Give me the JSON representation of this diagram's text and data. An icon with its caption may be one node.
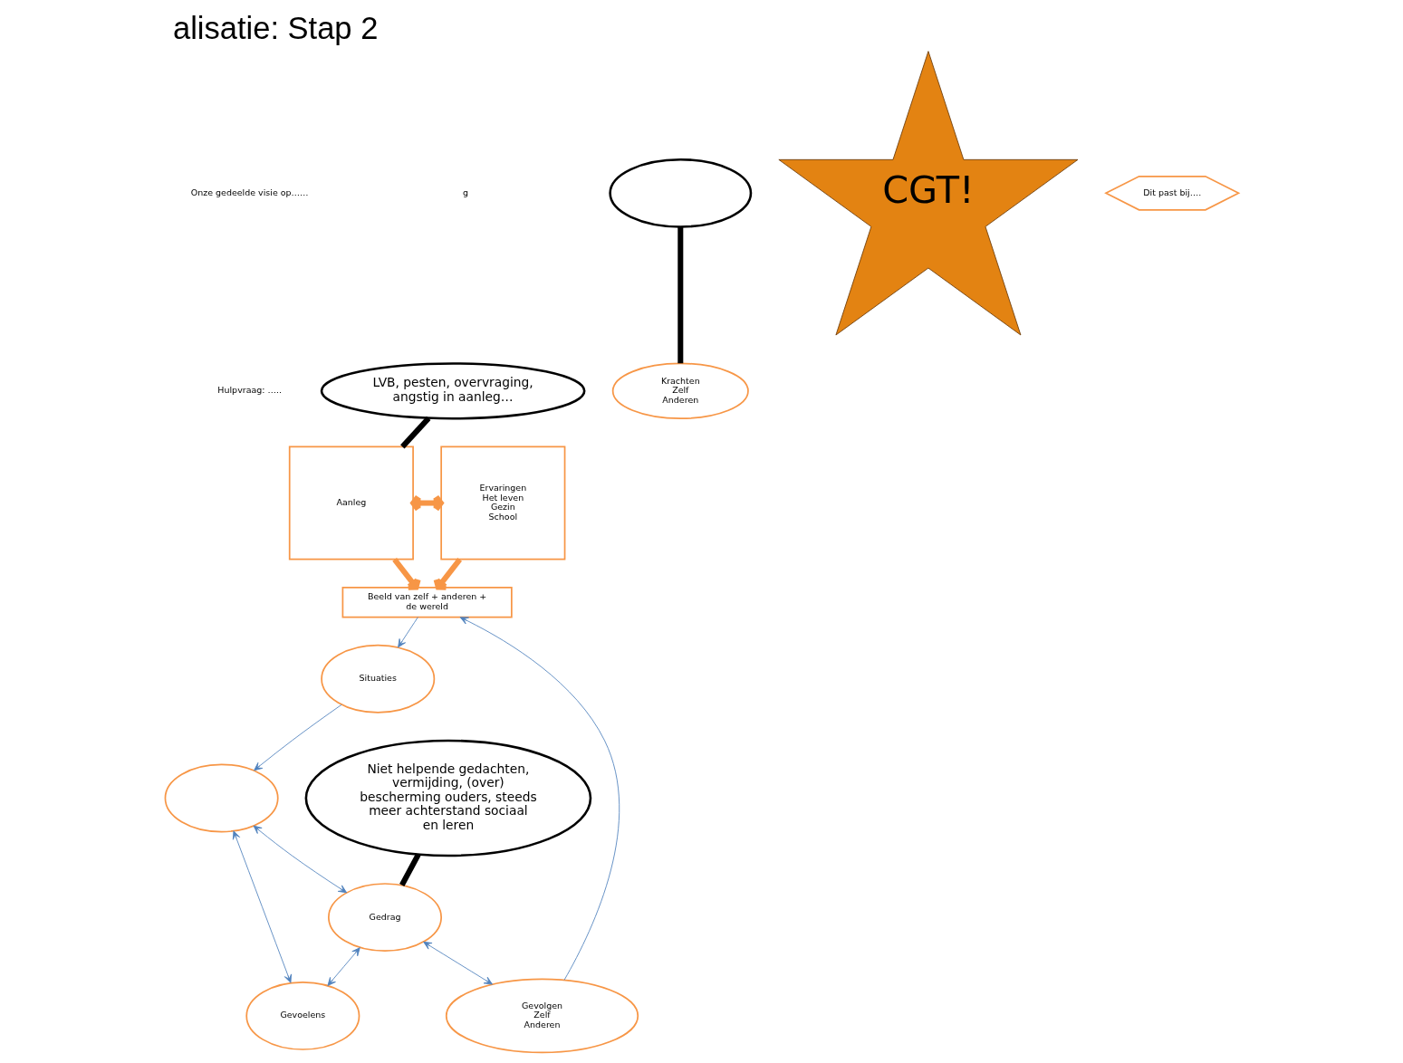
{
  "diagram": {
    "title": "alisatie: Stap 2",
    "nodes": [
      {
        "text": [
          "LVB, pesten, overvraging, angstig in aanleg…"
        ]
      },
      {
        "text": [],
        "shape": "ellipse"
      },
      {
        "text": [
          "Niet helpende gedachten, vermijding, (over) bescherming ouders, steeds meer achterstand sociaal en leren"
        ]
      },
      {
        "text": [
          "CGT!"
        ]
      },
      {
        "text": [
          "Aanleg"
        ]
      },
      {
        "text": [
          "Ervaringen",
          "Het leven",
          "Gezin",
          "School"
        ]
      },
      {
        "text": [
          "Beeld van zelf + anderen + de wereld"
        ]
      },
      {
        "text": [
          "Situaties"
        ]
      },
      {
        "text": [],
        "shape": "ellipse"
      },
      {
        "text": [
          "Krachten",
          "Zelf",
          "Anderen"
        ]
      },
      {
        "text": [
          "Dit past bij…."
        ]
      },
      {
        "text": [
          "Gedrag"
        ]
      },
      {
        "text": [
          "Gevoelens"
        ]
      },
      {
        "text": [
          "Gevolgen",
          "Zelf",
          "Anderen"
        ]
      }
    ],
    "edges": [
      {
        "from": 4,
        "to": 5,
        "arrow": "both",
        "style": "thick",
        "color": "#f79646"
      },
      {
        "from": 4,
        "to": 6,
        "arrow": "to",
        "style": "thick",
        "color": "#f79646"
      },
      {
        "from": 5,
        "to": 6,
        "arrow": "to",
        "style": "thick",
        "color": "#f79646"
      },
      {
        "from": 6,
        "to": 7,
        "arrow": "to"
      },
      {
        "from": 7,
        "to": 8,
        "arrow": "to"
      },
      {
        "from": 8,
        "to": 11,
        "arrow": "both"
      },
      {
        "from": 8,
        "to": 12,
        "arrow": "both"
      },
      {
        "from": 11,
        "to": 12,
        "arrow": "both"
      },
      {
        "from": 11,
        "to": 13,
        "arrow": "both"
      },
      {
        "from": 13,
        "to": 6,
        "arrow": "to"
      },
      {
        "from": 0,
        "to": 4,
        "arrow": "none",
        "style": "thick",
        "color": "#000000"
      },
      {
        "from": 1,
        "to": 9,
        "arrow": "none",
        "style": "thick",
        "color": "#000000"
      },
      {
        "from": 2,
        "to": 11,
        "arrow": "none",
        "style": "thick",
        "color": "#000000"
      }
    ],
    "labels": [
      "Onze gedeelde visie op……",
      "Hulpvraag: …..",
      "g"
    ]
  }
}
